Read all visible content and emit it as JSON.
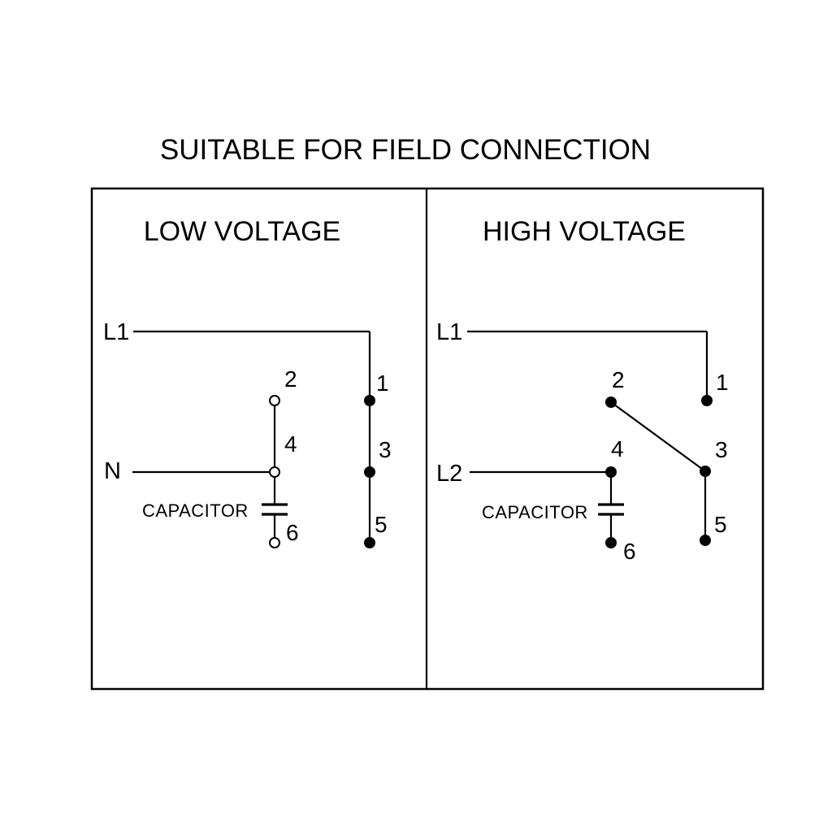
{
  "title": "SUITABLE FOR FIELD CONNECTION",
  "low_voltage": {
    "heading": "LOW VOLTAGE",
    "l1_label": "L1",
    "n_label": "N",
    "capacitor_label": "CAPACITOR",
    "terminal_1": "1",
    "terminal_2": "2",
    "terminal_3": "3",
    "terminal_4": "4",
    "terminal_5": "5",
    "terminal_6": "6"
  },
  "high_voltage": {
    "heading": "HIGH VOLTAGE",
    "l1_label": "L1",
    "l2_label": "L2",
    "capacitor_label": "CAPACITOR",
    "terminal_1": "1",
    "terminal_2": "2",
    "terminal_3": "3",
    "terminal_4": "4",
    "terminal_5": "5",
    "terminal_6": "6"
  },
  "colors": {
    "line": "#000000",
    "background": "#ffffff"
  }
}
